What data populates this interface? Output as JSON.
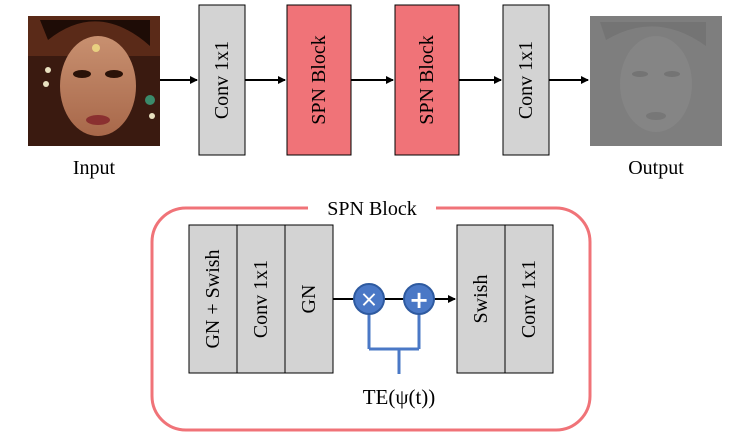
{
  "pipeline": {
    "input_label": "Input",
    "output_label": "Output",
    "blocks": [
      "Conv 1x1",
      "SPN Block",
      "SPN Block",
      "Conv 1x1"
    ]
  },
  "spn_block": {
    "title": "SPN Block",
    "left_layers": [
      "GN + Swish",
      "Conv 1x1",
      "GN"
    ],
    "right_layers": [
      "Swish",
      "Conv 1x1"
    ],
    "multiply_symbol": "×",
    "add_symbol": "+",
    "embedding_label": "TE(ψ(t))"
  },
  "colors": {
    "gray_block": "#d3d3d3",
    "spn_block": "#f07378",
    "frame": "#f07378",
    "operator": "#4a78c6",
    "connector": "#4a78c6",
    "arrow": "#000000"
  },
  "icons": {
    "input_image": "portrait-photo",
    "output_image": "noisy-portrait-photo"
  }
}
